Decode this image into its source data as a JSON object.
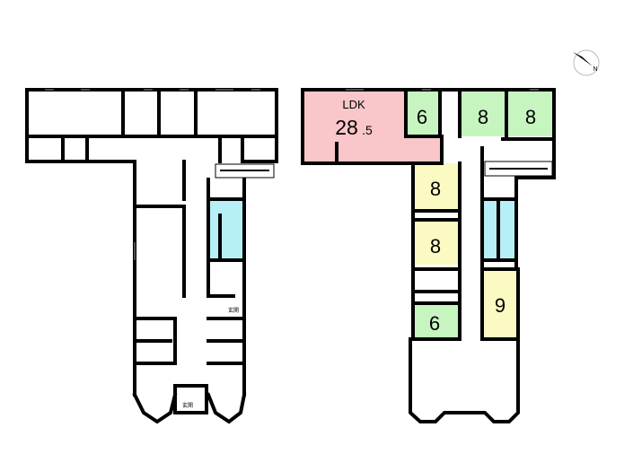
{
  "colors": {
    "ldk": "#f9c6c9",
    "washitsu": "#c6f5c0",
    "yoshitsu": "#fafac2",
    "water": "#b6eff5",
    "wall": "#000000"
  },
  "compass": {
    "label": "N"
  },
  "left_plan": {
    "entrance_labels": [
      "玄関",
      "玄関"
    ]
  },
  "right_plan": {
    "ldk": {
      "label": "LDK",
      "size_main": "28",
      "size_decimal": ".5"
    },
    "rooms": [
      "6",
      "8",
      "8",
      "8",
      "8",
      "6",
      "9"
    ]
  }
}
